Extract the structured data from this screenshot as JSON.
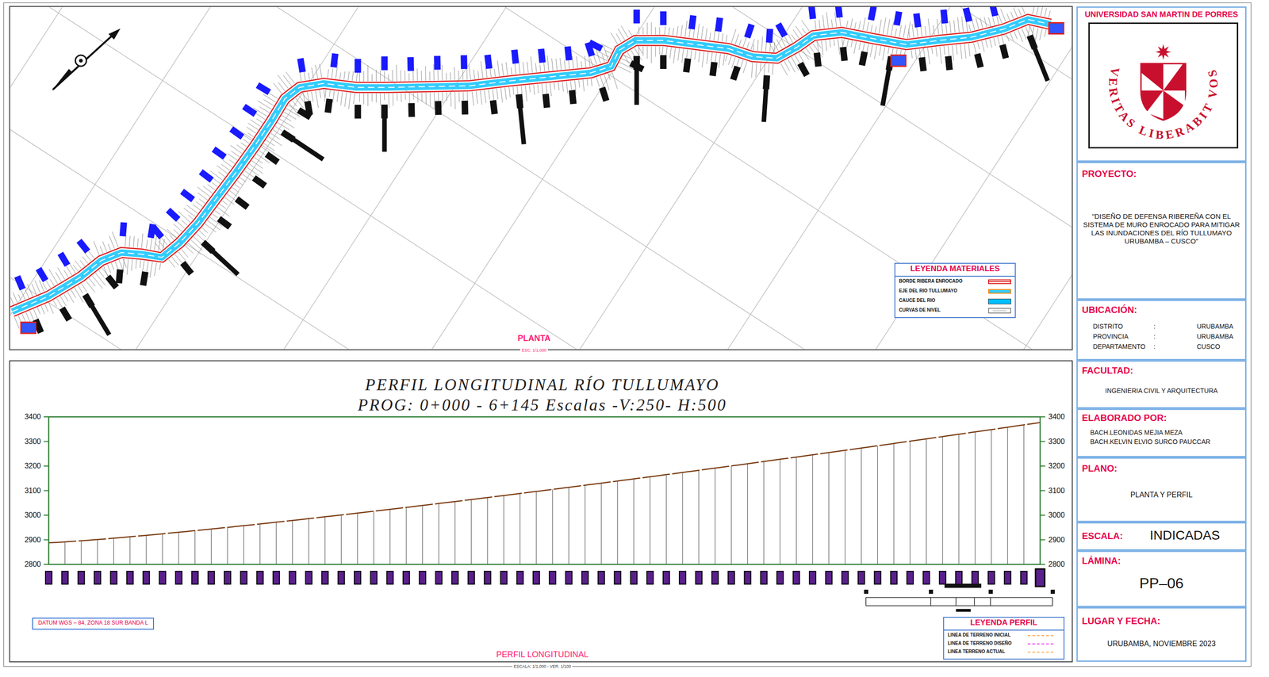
{
  "diagram": {
    "nodes": [
      {
        "text": [
          "UNIVERSIDAD SAN MARTIN DE PORRES"
        ]
      },
      {
        "text": [
          "PROYECTO:",
          "\"DISEÑO DE DEFENSA RIBEREÑA CON EL SISTEMA DE MURO ENROCADO PARA MITIGAR LAS INUNDACIONES DEL RÍO TULLUMAYO URUBAMBA – CUSCO\""
        ]
      },
      {
        "text": [
          "UBICACIÓN:",
          "DISTRITO",
          ":",
          "URUBAMBA",
          "PROVINCIA",
          ":",
          "URUBAMBA",
          "DEPARTAMENTO",
          ":",
          "CUSCO"
        ]
      },
      {
        "text": [
          "FACULTAD:",
          "INGENIERIA CIVIL Y ARQUITECTURA"
        ]
      },
      {
        "text": [
          "ELABORADO POR:",
          "BACH.LEONIDAS MEJIA MEZA",
          "BACH.KELVIN ELVIO SURCO PAUCCAR"
        ]
      },
      {
        "text": [
          "PLANO:",
          "PLANTA Y PERFIL"
        ]
      },
      {
        "text": [
          "ESCALA:",
          "INDICADAS"
        ]
      },
      {
        "text": [
          "LÁMINA:",
          "PP–06"
        ]
      },
      {
        "text": [
          "LUGAR Y FECHA:",
          "URUBAMBA, NOVIEMBRE 2023"
        ]
      },
      {
        "text": [
          "DATUM WGS – 84, ZONA 18 SUR BANDA L"
        ]
      }
    ],
    "labels": [
      "PLANTA",
      "ESC: 1/1,000",
      "LEYENDA MATERIALES",
      "PERFIL LONGITUDINAL RÍO TULLUMAYO",
      "PROG: 0+000 - 6+145 Escalas  -V:250- H:500",
      "3400",
      "3300",
      "3200",
      "3100",
      "3000",
      "2900",
      "2800",
      "3400",
      "3300",
      "3200",
      "3100",
      "3000",
      "2900",
      "2800",
      "LEYENDA PERFIL",
      "PERFIL LONGITUDINAL",
      "ESCALA: 1/1,000 - VER. 1/100",
      "VERITAS LIBERABIT VOS"
    ],
    "legend": [
      {
        "text": "BORDE RIBERA ENROCADO"
      },
      {
        "text": "EJE DEL RIO TULLUMAYO"
      },
      {
        "text": "CAUCE DEL RIO",
        "color": "#00bfff"
      },
      {
        "text": "CURVAS DE NIVEL"
      },
      {
        "text": "LINEA DE TERRENO INICIAL"
      },
      {
        "text": "LINEA DE TERRENO DISEÑO"
      },
      {
        "text": "LINEA TERRENO ACTUAL"
      }
    ]
  }
}
